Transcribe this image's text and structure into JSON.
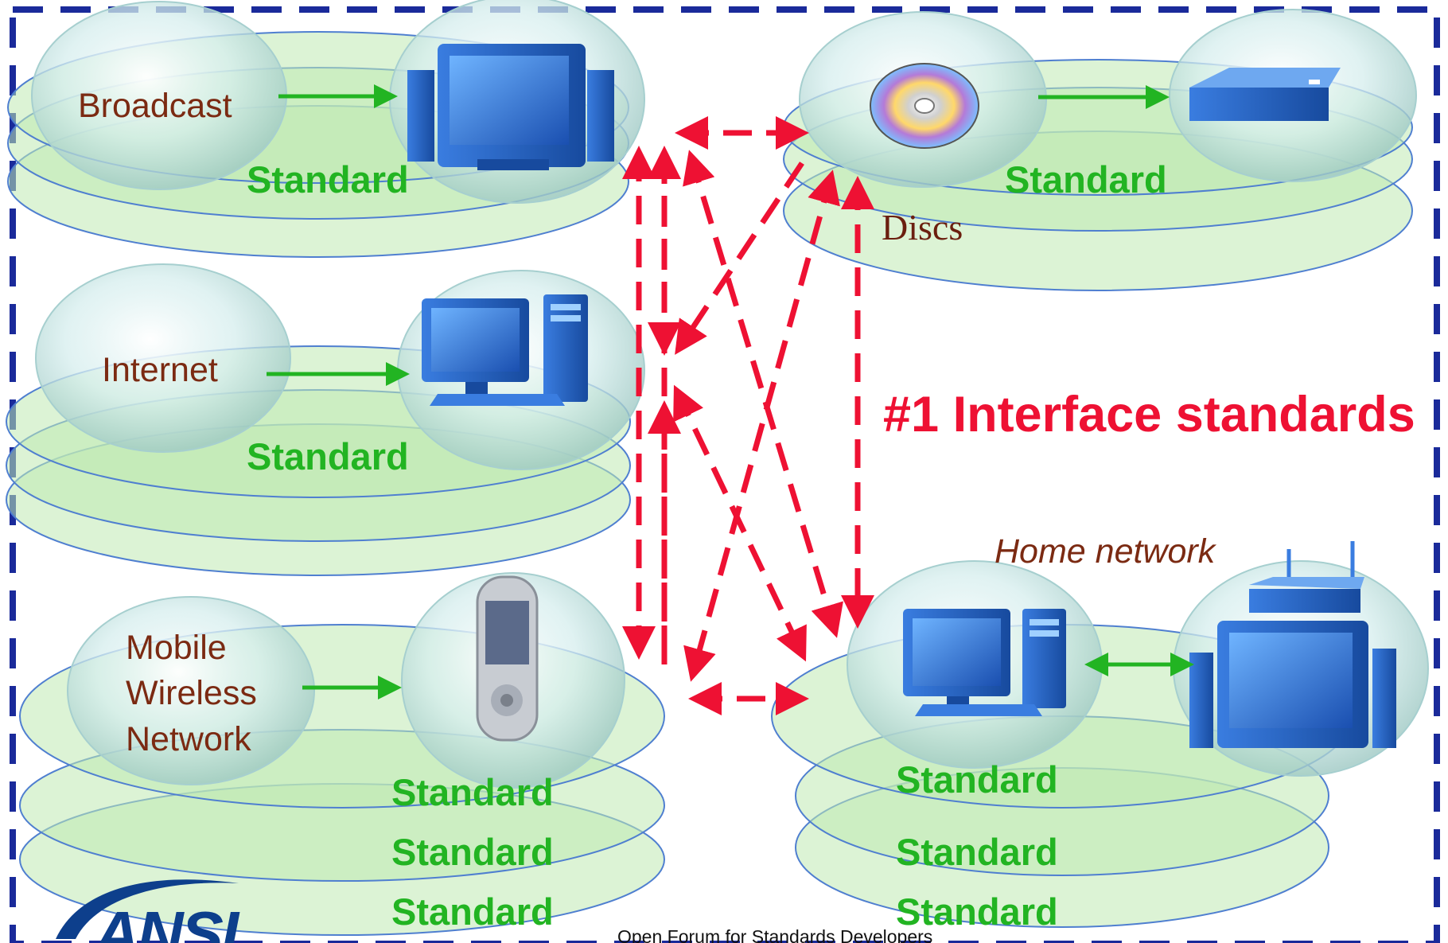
{
  "sources": {
    "broadcast": "Broadcast",
    "internet": "Internet",
    "mobile": [
      "Mobile",
      "Wireless",
      "Network"
    ],
    "discs": "Discs"
  },
  "standard_label": "Standard",
  "home_network": "Home network",
  "title": "#1 Interface standards",
  "footer": "Open Forum for Standards Developers",
  "logo": "ANSI",
  "colors": {
    "border": "#1a2a9a",
    "arrow_red": "#ee1133",
    "arrow_green": "#22b422",
    "ellipse_fill": "#bfe9b3",
    "ellipse_stroke": "#4f7fd0",
    "device_blue": "#2a6fd1"
  },
  "icons": [
    "tv-with-speakers-icon",
    "desktop-computer-icon",
    "mobile-phone-icon",
    "cd-disc-icon",
    "set-top-box-icon",
    "router-icon"
  ]
}
